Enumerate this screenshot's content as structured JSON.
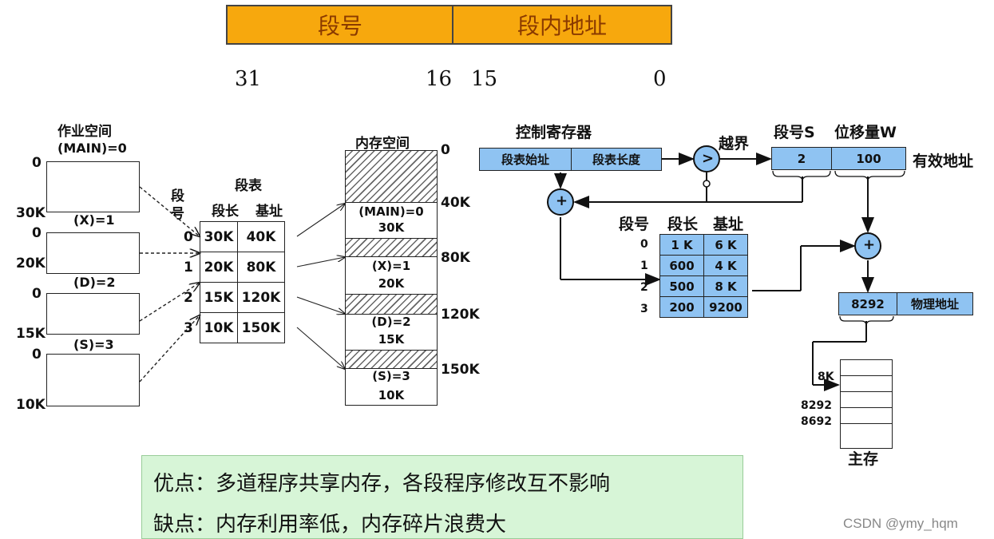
{
  "address_format": {
    "segment_field": "段号",
    "offset_field": "段内地址",
    "bits": [
      "31",
      "16",
      "15",
      "0"
    ]
  },
  "job_space": {
    "title": "作业空间",
    "segments": [
      {
        "name": "(MAIN)=0",
        "start": "0",
        "end": "30K"
      },
      {
        "name": "(X)=1",
        "start": "0",
        "end": "20K"
      },
      {
        "name": "(D)=2",
        "start": "0",
        "end": "15K"
      },
      {
        "name": "(S)=3",
        "start": "0",
        "end": "10K"
      }
    ]
  },
  "segment_table_left": {
    "title": "段表",
    "seg_label": "段号",
    "headers": [
      "段长",
      "基址"
    ],
    "rows": [
      {
        "seg": "0",
        "len": "30K",
        "base": "40K"
      },
      {
        "seg": "1",
        "len": "20K",
        "base": "80K"
      },
      {
        "seg": "2",
        "len": "15K",
        "base": "120K"
      },
      {
        "seg": "3",
        "len": "10K",
        "base": "150K"
      }
    ]
  },
  "memory_space": {
    "title": "内存空间",
    "addresses": [
      "0",
      "40K",
      "80K",
      "120K",
      "150K"
    ],
    "segments": [
      {
        "name": "(MAIN)=0",
        "size": "30K"
      },
      {
        "name": "(X)=1",
        "size": "20K"
      },
      {
        "name": "(D)=2",
        "size": "15K"
      },
      {
        "name": "(S)=3",
        "size": "10K"
      }
    ]
  },
  "translation": {
    "control_register": {
      "title": "控制寄存器",
      "cells": [
        "段表始址",
        "段表长度"
      ]
    },
    "compare_symbol": ">",
    "overflow_label": "越界",
    "seg_s_label": "段号S",
    "disp_w_label": "位移量W",
    "seg_value": "2",
    "disp_value": "100",
    "effective_address_label": "有效地址",
    "adder_symbol": "+",
    "table": {
      "headers": [
        "段号",
        "段长",
        "基址"
      ],
      "rows": [
        {
          "seg": "0",
          "len": "1 K",
          "base": "6 K"
        },
        {
          "seg": "1",
          "len": "600",
          "base": "4 K"
        },
        {
          "seg": "2",
          "len": "500",
          "base": "8 K"
        },
        {
          "seg": "3",
          "len": "200",
          "base": "9200"
        }
      ]
    },
    "physical_value": "8292",
    "physical_label": "物理地址",
    "main_memory": {
      "labels": [
        "8K",
        "8292",
        "8692"
      ],
      "title": "主存"
    }
  },
  "summary": {
    "pros": "优点：多道程序共享内存，各段程序修改互不影响",
    "cons": "缺点：内存利用率低，内存碎片浪费大"
  },
  "watermark": "CSDN @ymy_hqm",
  "colors": {
    "format_bar": "#f7a80d",
    "blue_cell": "#8fc3f2",
    "summary_bg": "#d7f5d7"
  }
}
